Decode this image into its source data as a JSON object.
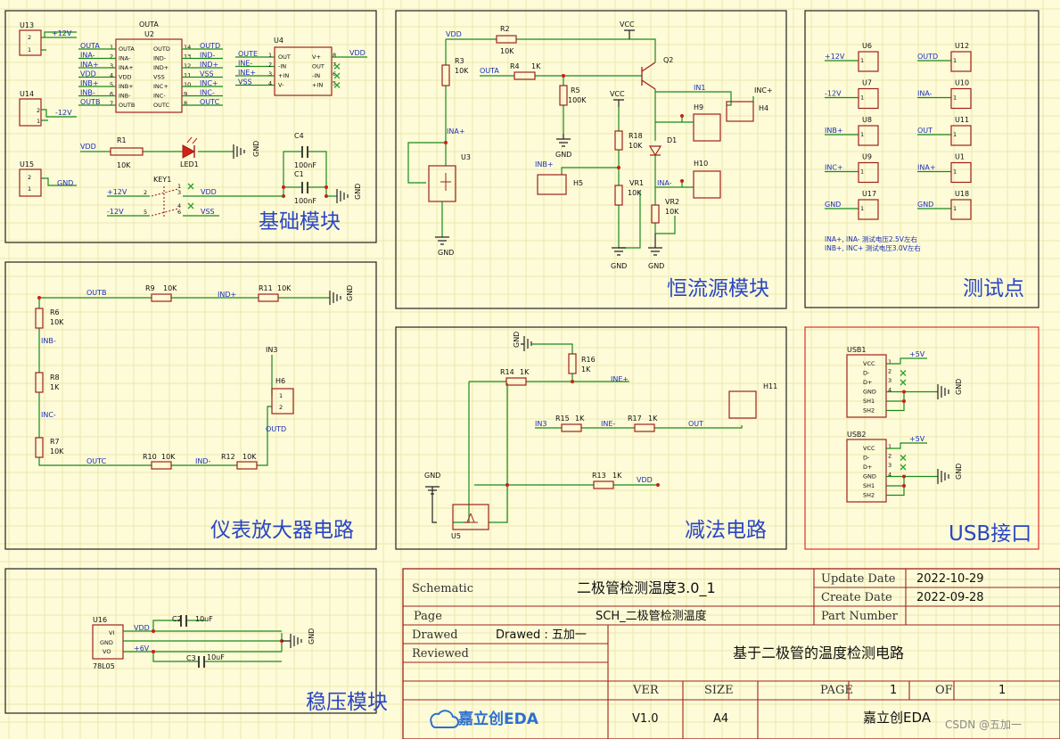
{
  "sections": {
    "basic": "基础模块",
    "ccs": "恒流源模块",
    "test": "测试点",
    "inamp": "仪表放大器电路",
    "sub": "减法电路",
    "usb": "USB接口",
    "reg": "稳压模块"
  },
  "basic": {
    "u13": "U13",
    "u14": "U14",
    "u15": "U15",
    "p12": "+12V",
    "m12": "-12V",
    "gnd": "GND",
    "outa": "OUTA",
    "u2": "U2",
    "u2_left_pins": [
      "OUTA",
      "INA-",
      "INA+",
      "VDD",
      "INB+",
      "INB-",
      "OUTB"
    ],
    "u2_right_pins": [
      "OUTD",
      "IND-",
      "IND+",
      "VSS",
      "INC+",
      "INC-",
      "OUTC"
    ],
    "u2_left_nets": [
      "OUTA",
      "INA-",
      "INA+",
      "VDD",
      "INB+",
      "INB-",
      "OUTB"
    ],
    "u2_right_nets": [
      "OUTD",
      "IND-",
      "IND+",
      "VSS",
      "INC+",
      "INC-",
      "OUTC"
    ],
    "u4": "U4",
    "u4_left_pins": [
      "OUT",
      "-IN",
      "+IN",
      "V-"
    ],
    "u4_right_pins": [
      "V+",
      "OUT",
      "-IN",
      "+IN"
    ],
    "u4_left_nets": [
      "OUTE",
      "INE-",
      "INE+",
      "VSS"
    ],
    "u4_right_net": "VDD",
    "vdd": "VDD",
    "r1": "R1",
    "r1v": "10K",
    "led1": "LED1",
    "c4": "C4",
    "c4v": "100nF",
    "c1": "C1",
    "c1v": "100nF",
    "key1": "KEY1",
    "vss": "VSS"
  },
  "ccs": {
    "vdd": "VDD",
    "r2": "R2",
    "r2v": "10K",
    "vcc": "VCC",
    "q2": "Q2",
    "r3": "R3",
    "r3v": "10K",
    "outa": "OUTA",
    "r4": "R4",
    "r4v": "1K",
    "r5": "R5",
    "r5v": "100K",
    "gnd": "GND",
    "ina_plus": "INA+",
    "u3": "U3",
    "in1": "IN1",
    "inc_plus": "INC+",
    "h4": "H4",
    "h9": "H9",
    "d1": "D1",
    "vcc2": "VCC",
    "r18": "R18",
    "r18v": "10K",
    "inb_plus": "INB+",
    "h5": "H5",
    "vr1": "VR1",
    "vr1v": "10K",
    "h10": "H10",
    "ina_minus": "INA-",
    "vr2": "VR2",
    "vr2v": "10K"
  },
  "test": {
    "left": [
      {
        "net": "+12V",
        "ref": "U6"
      },
      {
        "net": "-12V",
        "ref": "U7"
      },
      {
        "net": "INB+",
        "ref": "U8"
      },
      {
        "net": "INC+",
        "ref": "U9"
      },
      {
        "net": "GND",
        "ref": "U17"
      }
    ],
    "right": [
      {
        "net": "OUTD",
        "ref": "U12"
      },
      {
        "net": "INA-",
        "ref": "U10"
      },
      {
        "net": "OUT",
        "ref": "U11"
      },
      {
        "net": "INA+",
        "ref": "U1"
      },
      {
        "net": "GND",
        "ref": "U18"
      }
    ],
    "note1": "INA+, INA- 测试电压2.5V左右",
    "note2": "INB+, INC+ 测试电压3.0V左右"
  },
  "inamp": {
    "outb": "OUTB",
    "r9": "R9",
    "r9v": "10K",
    "ind_plus": "IND+",
    "r11": "R11",
    "r11v": "10K",
    "gnd": "GND",
    "r6": "R6",
    "r6v": "10K",
    "inb_minus": "INB-",
    "r8": "R8",
    "r8v": "1K",
    "inc_minus": "INC-",
    "r7": "R7",
    "r7v": "10K",
    "outc": "OUTC",
    "r10": "R10",
    "r10v": "10K",
    "ind_minus": "IND-",
    "r12": "R12",
    "r12v": "10K",
    "in3": "IN3",
    "h6": "H6",
    "outd": "OUTD"
  },
  "sub": {
    "gnd": "GND",
    "r16": "R16",
    "r16v": "1K",
    "r14": "R14",
    "r14v": "1K",
    "ine_plus": "INE+",
    "h11": "H11",
    "in3": "IN3",
    "r15": "R15",
    "r15v": "1K",
    "ine_minus": "INE-",
    "r17": "R17",
    "r17v": "1K",
    "out": "OUT",
    "r13": "R13",
    "r13v": "1K",
    "vdd": "VDD",
    "u5": "U5"
  },
  "usb": {
    "usb1": "USB1",
    "usb2": "USB2",
    "p5v": "+5V",
    "gnd": "GND",
    "pins": [
      "VCC",
      "D-",
      "D+",
      "GND",
      "SH1",
      "SH2"
    ]
  },
  "reg": {
    "u16": "U16",
    "part": "78L05",
    "pins": [
      "VI",
      "GND",
      "VO"
    ],
    "c2": "C2",
    "c2v": "10uF",
    "c3": "C3",
    "c3v": "10uF",
    "vdd": "VDD",
    "p6v": "+6V",
    "gnd": "GND"
  },
  "titleblock": {
    "schematic": "Schematic",
    "title": "二极管检测温度3.0_1",
    "update_label": "Update Date",
    "update": "2022-10-29",
    "create_label": "Create Date",
    "create": "2022-09-28",
    "page_label": "Page",
    "page": "SCH_二极管检测温度",
    "part_label": "Part Number",
    "drawed_label": "Drawed",
    "drawed": "Drawed : 五加一",
    "reviewed_label": "Reviewed",
    "desc": "基于二极管的温度检测电路",
    "ver_label": "VER",
    "size_label": "SIZE",
    "page2_label": "PAGE",
    "page_no": "1",
    "of_label": "OF",
    "of_no": "1",
    "brand": "嘉立创EDA",
    "ver": "V1.0",
    "size": "A4",
    "company": "嘉立创EDA"
  },
  "watermark": "CSDN @五加一"
}
